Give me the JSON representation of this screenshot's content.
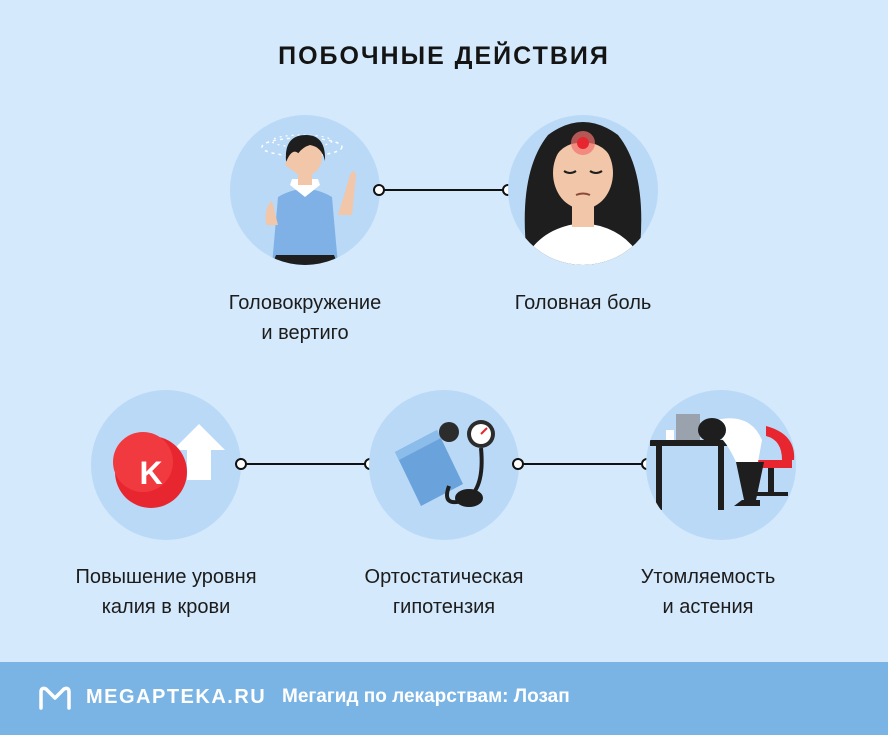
{
  "title": "ПОБОЧНЫЕ ДЕЙСТВИЯ",
  "effects": [
    {
      "line1": "Головокружение",
      "line2": "и вертиго",
      "icon": "dizzy-woman-icon"
    },
    {
      "line1": "Головная боль",
      "line2": "",
      "icon": "headache-woman-icon"
    },
    {
      "line1": "Повышение уровня",
      "line2": "калия в крови",
      "icon": "potassium-up-icon"
    },
    {
      "line1": "Ортостатическая",
      "line2": "гипотензия",
      "icon": "blood-pressure-cuff-icon"
    },
    {
      "line1": "Утомляемость",
      "line2": "и астения",
      "icon": "tired-woman-desk-icon"
    }
  ],
  "potassium_symbol": "K",
  "footer": {
    "brand": "MEGAPTEKA.RU",
    "tagline": "Мегагид по лекарствам: Лозап"
  },
  "colors": {
    "background": "#d4e9fb",
    "circle": "#b9d9f7",
    "footer": "#7ab4e4",
    "accent_red": "#e8262f"
  }
}
